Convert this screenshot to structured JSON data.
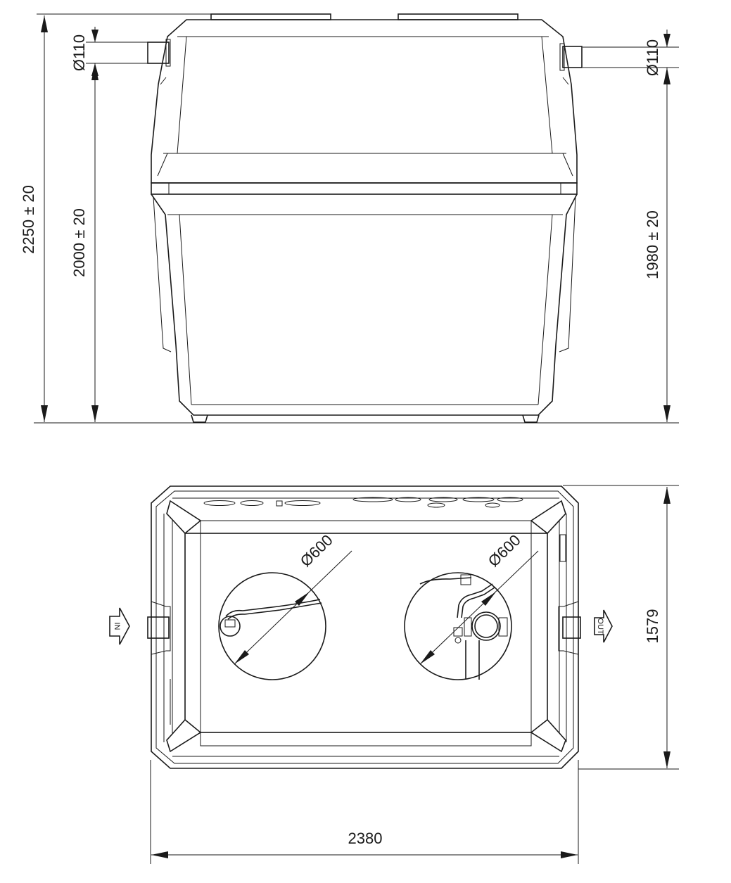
{
  "front_view": {
    "dim_total_height": "2250 ± 20",
    "dim_inlet_height": "2000 ± 20",
    "dim_outlet_height": "1980 ± 20",
    "dim_inlet_pipe": "Ø110",
    "dim_outlet_pipe": "Ø110"
  },
  "top_view": {
    "dim_manhole_left": "Ø600",
    "dim_manhole_right": "Ø600",
    "dim_width": "2380",
    "dim_depth": "1579",
    "label_in": "IN",
    "label_out": "OUT"
  }
}
